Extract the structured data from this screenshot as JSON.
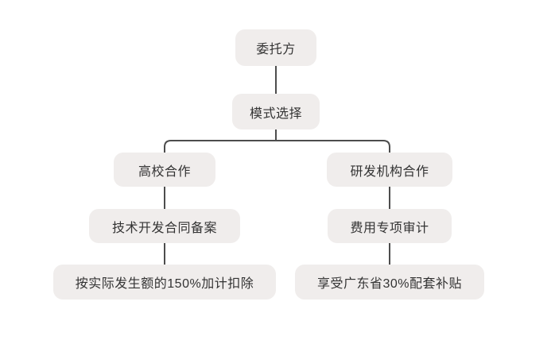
{
  "diagram": {
    "type": "flowchart",
    "nodes": {
      "root": "委托方",
      "mode": "模式选择",
      "branch_left": "高校合作",
      "branch_right": "研发机构合作",
      "left_step": "技术开发合同备案",
      "right_step": "费用专项审计",
      "left_result": "按实际发生额的150%加计扣除",
      "right_result": "享受广东省30%配套补贴"
    },
    "edges": [
      [
        "委托方",
        "模式选择"
      ],
      [
        "模式选择",
        "高校合作"
      ],
      [
        "模式选择",
        "研发机构合作"
      ],
      [
        "高校合作",
        "技术开发合同备案"
      ],
      [
        "技术开发合同备案",
        "按实际发生额的150%加计扣除"
      ],
      [
        "研发机构合作",
        "费用专项审计"
      ],
      [
        "费用专项审计",
        "享受广东省30%配套补贴"
      ]
    ],
    "colors": {
      "node_fill": "#f0edec",
      "node_text": "#333333",
      "connector": "#4d4d4d",
      "background": "#ffffff"
    }
  }
}
